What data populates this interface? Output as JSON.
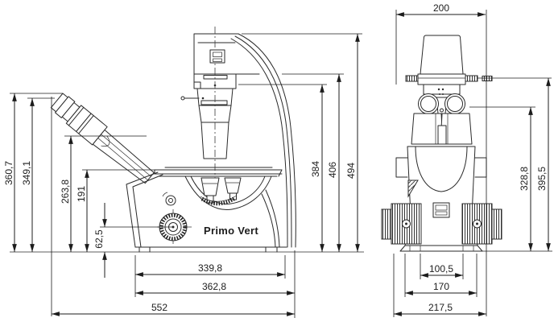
{
  "drawing": {
    "product_label": "Primo Vert",
    "description": "dimensional outline drawing, side view and front view",
    "dims": {
      "side": {
        "left": [
          "360,7",
          "349,1",
          "263,8",
          "191",
          "62,5"
        ],
        "right": [
          "384",
          "406",
          "494"
        ],
        "bottom": [
          "339,8",
          "362,8",
          "552"
        ]
      },
      "front": {
        "top": [
          "200"
        ],
        "right": [
          "328,8",
          "395,5"
        ],
        "bottom": [
          "100,5",
          "170",
          "217,5"
        ]
      }
    }
  }
}
